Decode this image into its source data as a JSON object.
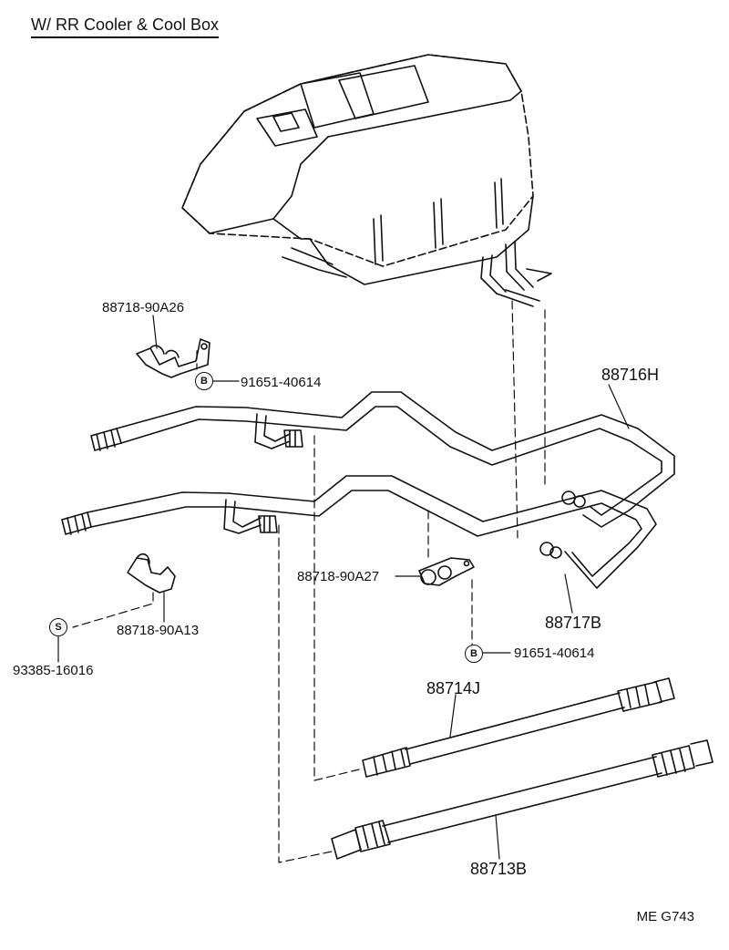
{
  "title": "W/ RR Cooler & Cool Box",
  "marks": {
    "bolt": "B",
    "screw": "S"
  },
  "parts": {
    "clamp_upper": "88718-90A26",
    "bolt_upper": "91651-40614",
    "pipe_h": "88716H",
    "clamp_middle": "88718-90A27",
    "pipe_b": "88717B",
    "bolt_lower": "91651-40614",
    "clamp_lower": "88718-90A13",
    "screw": "93385-16016",
    "hose_j": "88714J",
    "hose_b": "88713B"
  },
  "drawing_code": "ME  G743"
}
